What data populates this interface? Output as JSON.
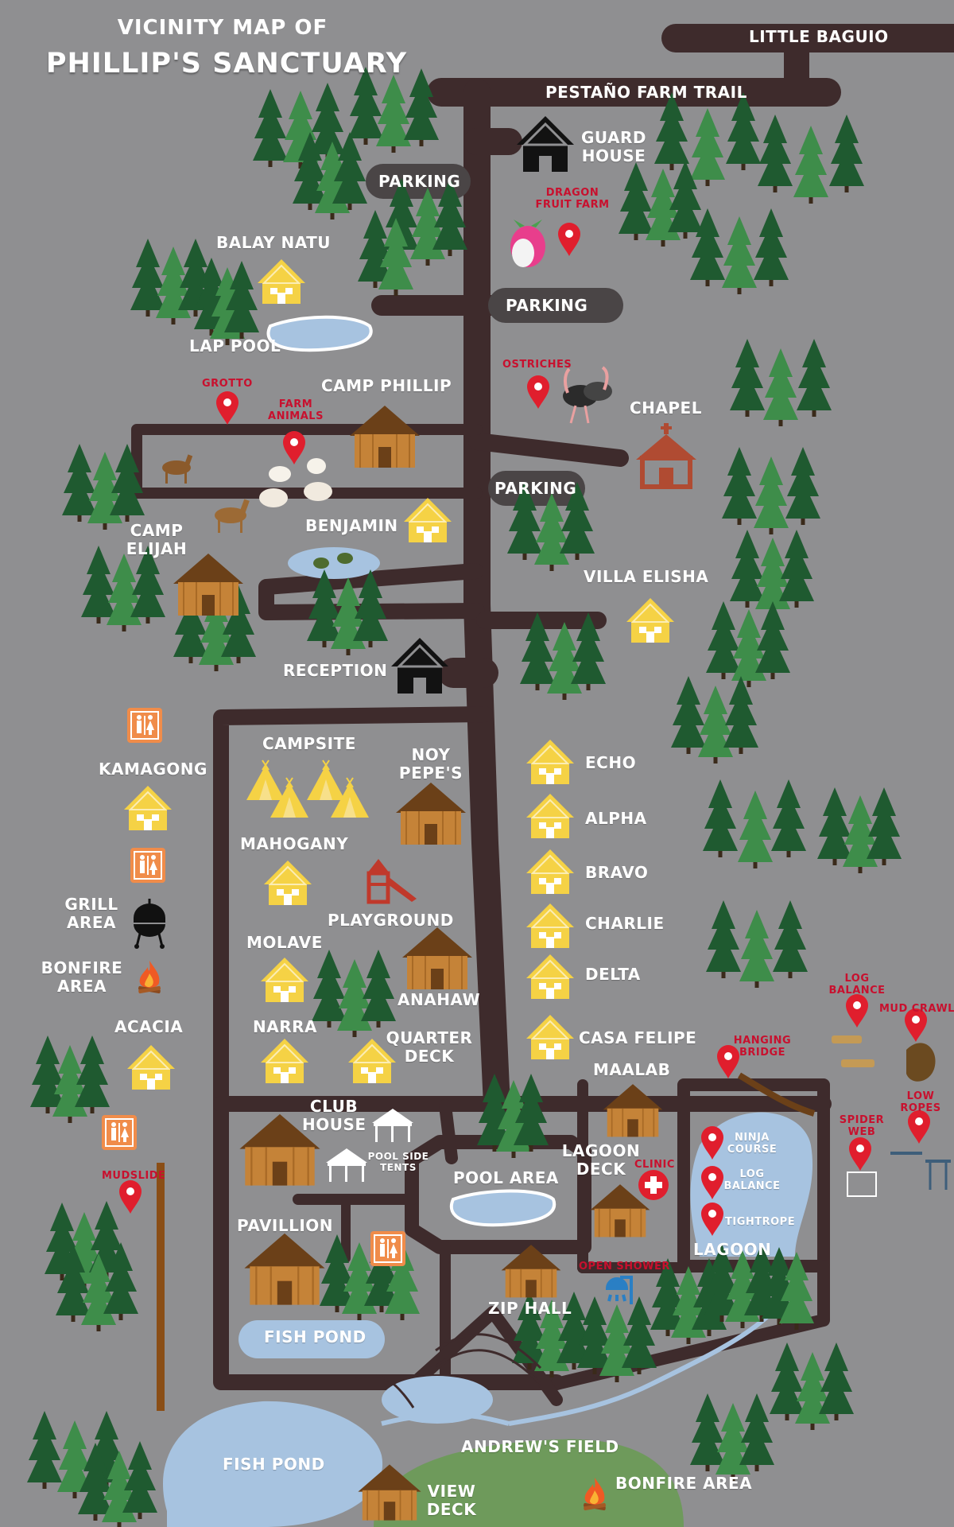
{
  "title": {
    "line1": "VICINITY MAP OF",
    "line2": "PHILLIP'S SANCTUARY"
  },
  "roads": {
    "little_baguio": "LITTLE BAGUIO",
    "farm_trail": "PESTAÑO FARM TRAIL",
    "parking_1": "PARKING",
    "parking_2": "PARKING",
    "parking_3": "PARKING"
  },
  "places": {
    "guard_house": "GUARD HOUSE",
    "balay_natu": "BALAY NATU",
    "lap_pool": "LAP POOL",
    "camp_phillip": "CAMP PHILLIP",
    "chapel": "CHAPEL",
    "benjamin": "BENJAMIN",
    "camp_elijah": "CAMP ELIJAH",
    "villa_elisha": "VILLA ELISHA",
    "reception": "RECEPTION",
    "campsite": "CAMPSITE",
    "noy_pepes": "NOY PEPE'S",
    "kamagong": "KAMAGONG",
    "mahogany": "MAHOGANY",
    "playground": "PLAYGROUND",
    "grill_area": "GRILL AREA",
    "molave": "MOLAVE",
    "bonfire_area_left": "BONFIRE AREA",
    "anahaw": "ANAHAW",
    "acacia": "ACACIA",
    "narra": "NARRA",
    "quarter_deck": "QUARTER DECK",
    "echo": "ECHO",
    "alpha": "ALPHA",
    "bravo": "BRAVO",
    "charlie": "CHARLIE",
    "delta": "DELTA",
    "casa_felipe": "CASA FELIPE",
    "maalab": "MAALAB",
    "club_house": "CLUB HOUSE",
    "pool_side_tents": "POOL SIDE TENTS",
    "lagoon_deck": "LAGOON DECK",
    "pool_area": "POOL AREA",
    "pavillion": "PAVILLION",
    "lagoon": "LAGOON",
    "zip_hall": "ZIP HALL",
    "fish_pond_1": "FISH POND",
    "fish_pond_2": "FISH POND",
    "andrews_field": "ANDREW'S FIELD",
    "view_deck": "VIEW DECK",
    "bonfire_area_right": "BONFIRE AREA"
  },
  "pins": {
    "dragon_fruit_farm": "DRAGON FRUIT FARM",
    "ostriches": "OSTRICHES",
    "grotto": "GROTTO",
    "farm_animals": "FARM ANIMALS",
    "log_balance_top": "LOG BALANCE",
    "mud_crawl": "MUD CRAWL",
    "hanging_bridge": "HANGING BRIDGE",
    "low_ropes": "LOW ROPES",
    "spider_web": "SPIDER WEB",
    "ninja_course": "NINJA COURSE",
    "log_balance_lagoon": "LOG BALANCE",
    "tightrope": "TIGHTROPE",
    "clinic": "CLINIC",
    "open_shower": "OPEN SHOWER",
    "mudslide": "MUDSLIDE"
  },
  "colors": {
    "background": "#8f8f91",
    "road": "#3e2b2c",
    "parking_pill": "#4a4546",
    "tree_dark": "#1f5a30",
    "tree_light": "#3e8d4a",
    "house_yellow": "#f5d245",
    "hut_brown": "#b87a32",
    "roof_brown": "#6b4018",
    "water": "#a7c3e0",
    "field_green": "#6e9a5b",
    "pin_red": "#e01e2d",
    "restroom_orange": "#f08c4a"
  },
  "icons": [
    "tree-icon",
    "house-icon",
    "hut-icon",
    "tent-icon",
    "pin-icon",
    "restroom-icon",
    "grill-icon",
    "fire-icon",
    "playground-icon",
    "chapel-icon",
    "clinic-icon",
    "shower-icon"
  ]
}
